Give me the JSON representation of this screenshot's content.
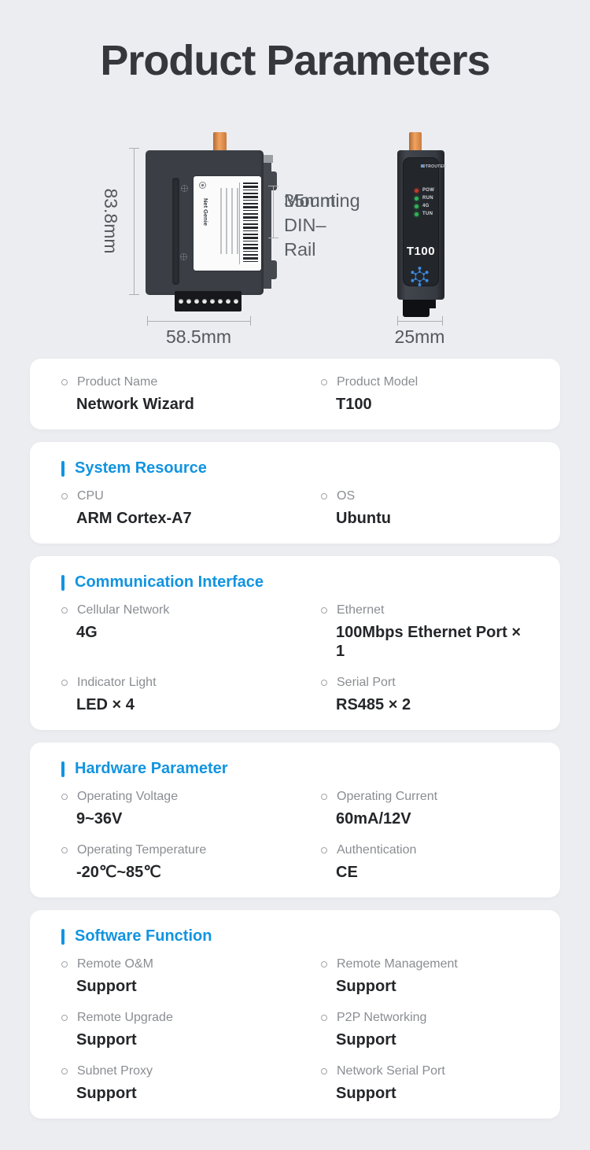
{
  "title": "Product Parameters",
  "colors": {
    "page_bg": "#ecedf1",
    "card_bg": "#ffffff",
    "accent_blue": "#1294e0",
    "label_gray": "#8a8d92",
    "value_dark": "#242629",
    "dim_text_gray": "#54575c",
    "antenna_orange": "#e89a57",
    "device_body_gray": "#3b3f45",
    "led_red": "#c0392b",
    "led_green": "#2fb457"
  },
  "figure": {
    "left_device": {
      "height_dim": "83.8mm",
      "width_dim": "58.5mm",
      "din_note_line1": "35mm DIN–Rail",
      "din_note_line2": "Mounting",
      "label_title": "Net Genie"
    },
    "right_device": {
      "width_dim": "25mm",
      "brand": "IOTROUTER",
      "model": "T100",
      "leds": [
        "POW",
        "RUN",
        "4G",
        "TUN"
      ]
    }
  },
  "cards": [
    {
      "items": [
        {
          "label": "Product Name",
          "value": "Network Wizard"
        },
        {
          "label": "Product Model",
          "value": "T100"
        }
      ]
    },
    {
      "heading": "System Resource",
      "items": [
        {
          "label": "CPU",
          "value": "ARM Cortex-A7"
        },
        {
          "label": "OS",
          "value": "Ubuntu"
        }
      ]
    },
    {
      "heading": "Communication Interface",
      "items": [
        {
          "label": "Cellular Network",
          "value": "4G"
        },
        {
          "label": "Ethernet",
          "value": "100Mbps Ethernet Port × 1"
        },
        {
          "label": "Indicator Light",
          "value": "LED × 4"
        },
        {
          "label": "Serial Port",
          "value": "RS485 × 2"
        }
      ]
    },
    {
      "heading": "Hardware Parameter",
      "items": [
        {
          "label": "Operating Voltage",
          "value": "9~36V"
        },
        {
          "label": "Operating Current",
          "value": "60mA/12V"
        },
        {
          "label": "Operating Temperature",
          "value": "-20℃~85℃"
        },
        {
          "label": "Authentication",
          "value": "CE"
        }
      ]
    },
    {
      "heading": "Software Function",
      "items": [
        {
          "label": "Remote O&M",
          "value": "Support"
        },
        {
          "label": "Remote Management",
          "value": "Support"
        },
        {
          "label": "Remote Upgrade",
          "value": "Support"
        },
        {
          "label": "P2P Networking",
          "value": "Support"
        },
        {
          "label": "Subnet Proxy",
          "value": "Support"
        },
        {
          "label": "Network Serial Port",
          "value": "Support"
        }
      ]
    }
  ]
}
